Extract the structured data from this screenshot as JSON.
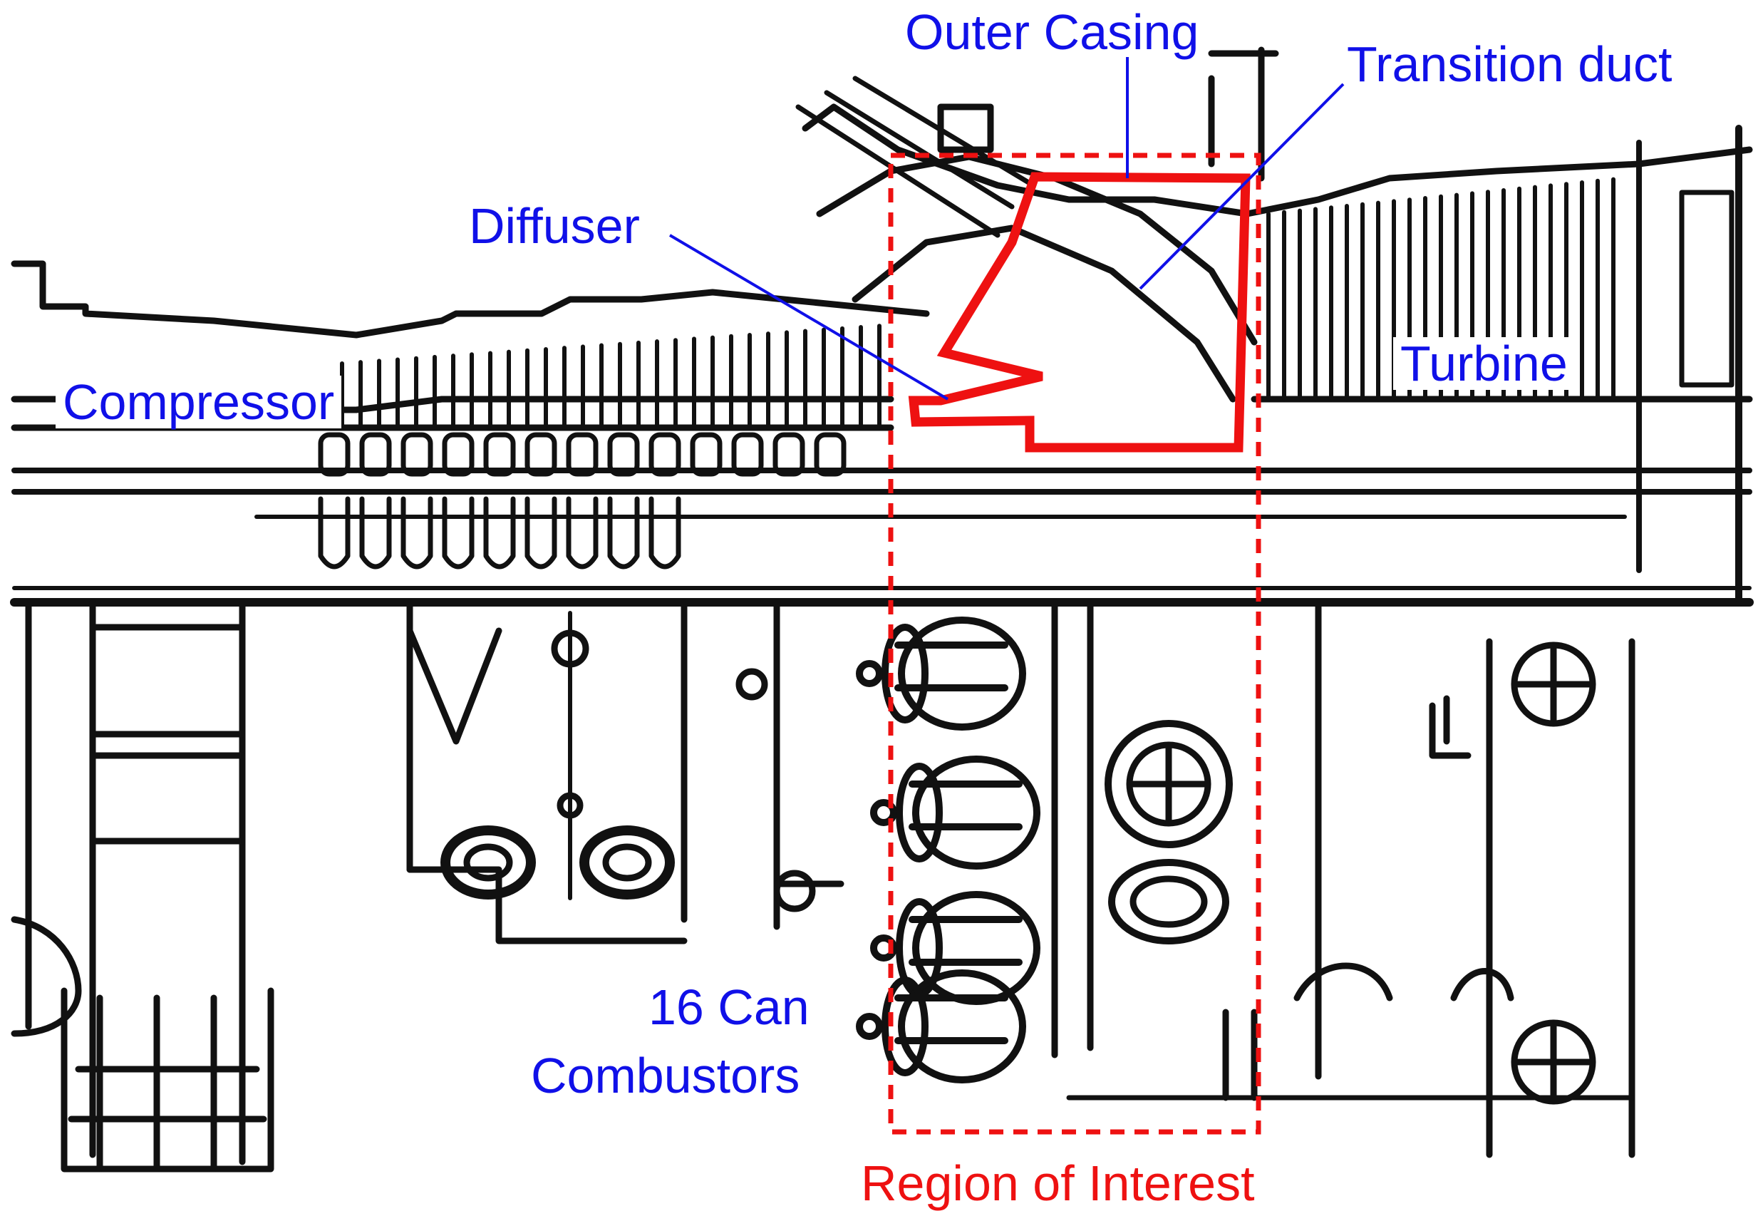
{
  "diagram": {
    "labels": {
      "outer_casing": "Outer Casing",
      "transition_duct": "Transition duct",
      "diffuser": "Diffuser",
      "compressor": "Compressor",
      "turbine": "Turbine",
      "combustors_line1": "16 Can",
      "combustors_line2": "Combustors",
      "region_of_interest": "Region of Interest"
    },
    "colors": {
      "label_blue": "#1010e8",
      "highlight_red": "#ee1111",
      "drawing_black": "#111111"
    }
  }
}
